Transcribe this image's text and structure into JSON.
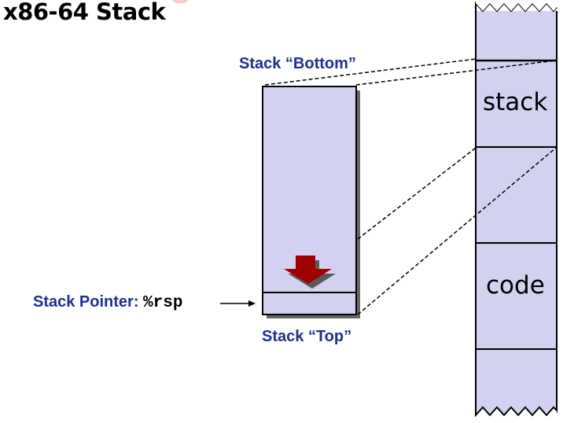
{
  "title": "x86-64 Stack",
  "stack_bottom_label": "Stack “Bottom”",
  "stack_top_label": "Stack “Top”",
  "stack_pointer": {
    "label": "Stack Pointer:",
    "register": "%rsp"
  },
  "memory_segments": {
    "stack": "stack",
    "code": "code"
  },
  "colors": {
    "box_fill": "#d2d2f0",
    "text_navy": "#1f2f8f",
    "arrow_red": "#a00000",
    "shadow": "#666666"
  },
  "icons": {
    "growth_arrow": "down-arrow-icon",
    "pointer_arrow": "right-arrow-icon"
  }
}
